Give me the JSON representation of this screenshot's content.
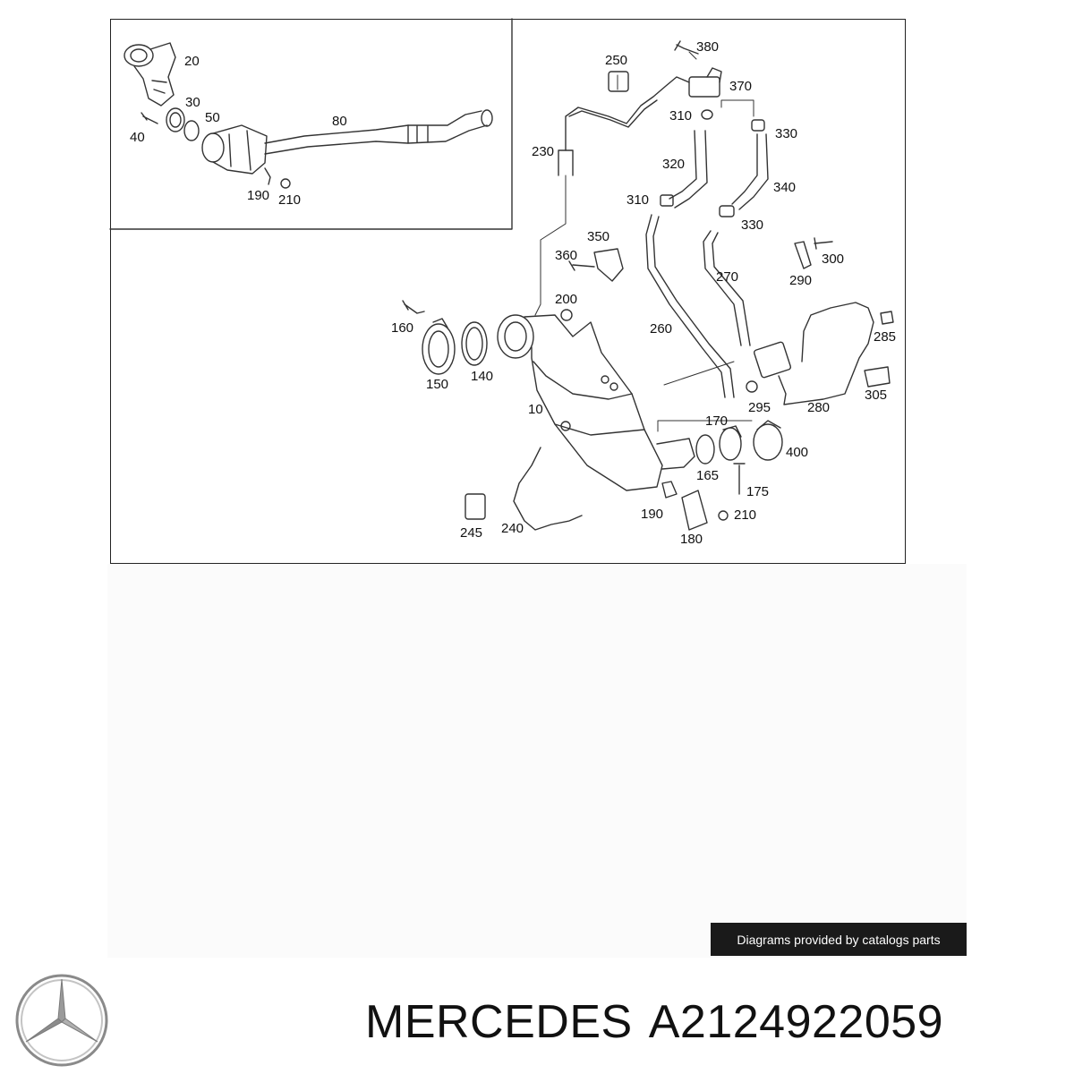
{
  "diagram": {
    "part_labels": {
      "p20": "20",
      "p30": "30",
      "p40": "40",
      "p50": "50",
      "p80": "80",
      "p190a": "190",
      "p210a": "210",
      "p250": "250",
      "p380": "380",
      "p370": "370",
      "p310a": "310",
      "p330a": "330",
      "p230": "230",
      "p320": "320",
      "p310b": "310",
      "p340": "340",
      "p330b": "330",
      "p350": "350",
      "p360": "360",
      "p300": "300",
      "p270": "270",
      "p290": "290",
      "p200": "200",
      "p160": "160",
      "p260": "260",
      "p285": "285",
      "p150": "150",
      "p140": "140",
      "p10": "10",
      "p305": "305",
      "p295": "295",
      "p280": "280",
      "p170": "170",
      "p400": "400",
      "p165": "165",
      "p175": "175",
      "p190b": "190",
      "p210b": "210",
      "p245": "245",
      "p240": "240",
      "p180": "180"
    }
  },
  "credit": {
    "text": "Diagrams provided by catalogs parts"
  },
  "brand": {
    "name": "MERCEDES",
    "part_number": "A2124922059"
  }
}
